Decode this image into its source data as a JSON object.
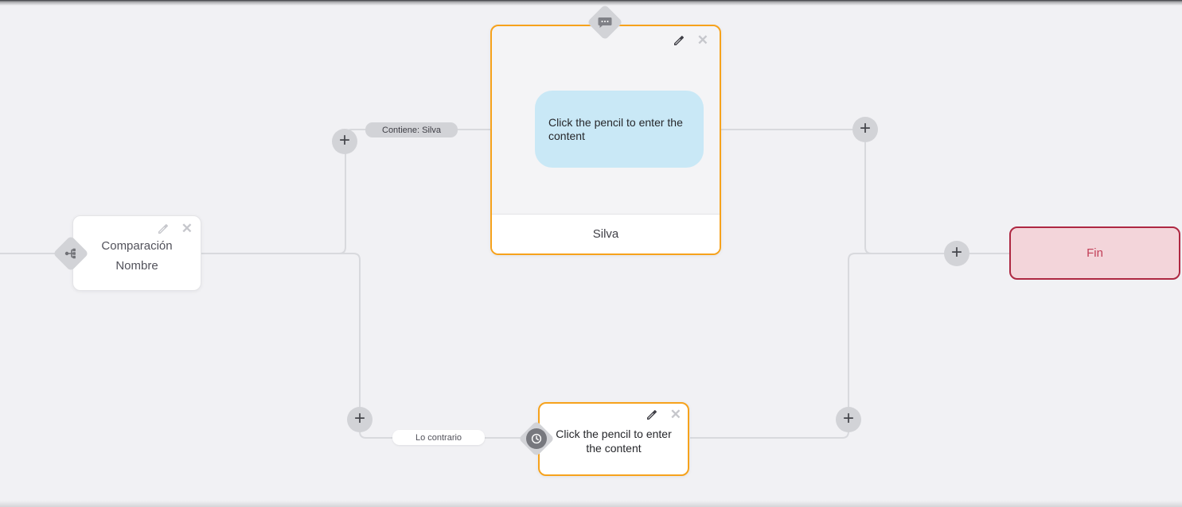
{
  "glyphs": {
    "plus": "+",
    "close": "✕"
  },
  "colors": {
    "canvas_bg": "#f1f1f4",
    "edge_line": "#d8d9dd",
    "node_accent_orange": "#f6a21c",
    "bubble_blue": "#c9e8f6",
    "end_bg": "#f3d5da",
    "end_border": "#ae2842",
    "end_text": "#c23f58",
    "pill_gray_bg": "#d2d3d7",
    "diamond_bg": "#d2d3d7"
  },
  "condition_node": {
    "title": "Comparación",
    "subtitle": "Nombre"
  },
  "message_node": {
    "bubble_text": "Click the pencil to enter the content",
    "footer_label": "Silva"
  },
  "wait_node": {
    "text": "Click the pencil to enter the content"
  },
  "end_node": {
    "label": "Fin"
  },
  "edge_labels": {
    "condition_true": "Contiene: Silva",
    "condition_false": "Lo contrario"
  }
}
